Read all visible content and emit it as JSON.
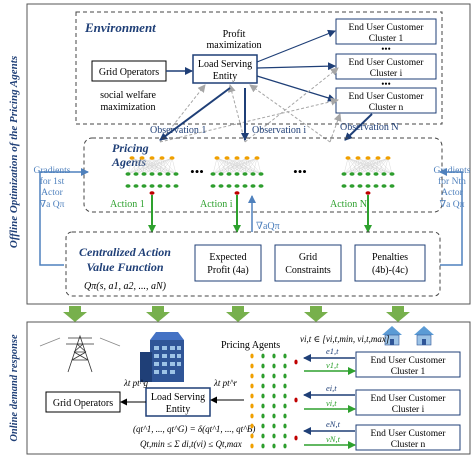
{
  "side_labels": {
    "top": "Offline Optimization of the Pricing Agents",
    "bottom": "Online demand response"
  },
  "environment": {
    "title": "Environment",
    "profit": [
      "Profit",
      "maximization"
    ],
    "welfare": [
      "social welfare",
      "maximization"
    ],
    "grid_operators": "Grid Operators",
    "lse": [
      "Load Serving",
      "Entity"
    ],
    "clusters": [
      {
        "line1": "End User Customer",
        "line2": "Cluster 1"
      },
      {
        "line1": "End User Customer",
        "line2": "Cluster i"
      },
      {
        "line1": "End User Customer",
        "line2": "Cluster n"
      }
    ],
    "dots": "•••"
  },
  "observations": [
    "Observation 1",
    "Observation i",
    "Observation N"
  ],
  "pricing_agents": {
    "title": [
      "Pricing",
      "Agents"
    ],
    "actions": [
      "Action 1",
      "Action i",
      "Action N"
    ],
    "dots": "•••",
    "nabla": "∇aQπ"
  },
  "gradients_left": [
    "Gradients",
    "for 1st",
    "Actor",
    "∇a Qπ"
  ],
  "gradients_right": [
    "Gradients",
    "for Nth",
    "Actor",
    "∇a Qπ"
  ],
  "critic": {
    "title": [
      "Centralized Action",
      "Value Function"
    ],
    "formula": "Qπ(s, a1, a2, ..., aN)",
    "boxes": [
      {
        "line1": "Expected",
        "line2": "Profit (4a)"
      },
      {
        "line1": "Grid",
        "line2": "Constraints"
      },
      {
        "line1": "Penalties",
        "line2": "(4b)-(4c)"
      }
    ]
  },
  "online": {
    "pricing_agents": "Pricing Agents",
    "grid_operators": "Grid Operators",
    "lse": [
      "Load Serving",
      "Entity"
    ],
    "lambda_g": "λt pt^g",
    "lambda_r": "λt pt^r",
    "formula1": "(qt^1, ..., qt^G) = δ(qt^1, ..., qt^B)",
    "formula2": "Qt,min ≤ Σ di,t(vi) ≤ Qt,max",
    "v_range": "vi,t ∈ [vi,t,min, vi,t,max]",
    "clusters": [
      {
        "line1": "End User Customer",
        "line2": "Cluster 1",
        "e": "e1,t",
        "v": "v1,t"
      },
      {
        "line1": "End User Customer",
        "line2": "Cluster i",
        "e": "ei,t",
        "v": "vi,t"
      },
      {
        "line1": "End User Customer",
        "line2": "Cluster n",
        "e": "eN,t",
        "v": "vN,t"
      }
    ]
  },
  "colors": {
    "blue_arrow": "#1f3f77",
    "gray_arrow": "#a6a6a6",
    "green": "#2ea12e",
    "light_blue": "#4f81bd",
    "red_node": "#c00000",
    "yellow_node": "#f0a000",
    "green_node": "#2e9e2e",
    "big_arrow": "#77b04c"
  }
}
